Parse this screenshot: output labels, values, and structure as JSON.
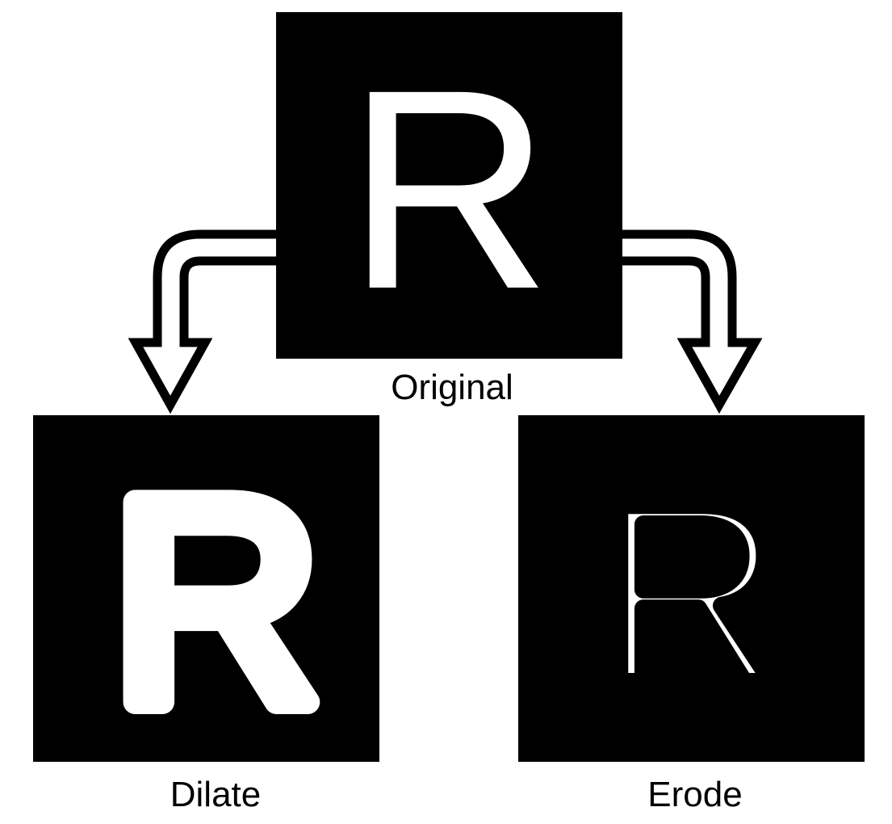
{
  "colors": {
    "background": "#ffffff",
    "panel": "#000000",
    "glyph": "#ffffff",
    "arrow_outline": "#000000",
    "arrow_fill": "#ffffff",
    "caption": "#000000"
  },
  "original": {
    "glyph": "R",
    "caption": "Original"
  },
  "dilate": {
    "glyph": "R",
    "caption": "Dilate"
  },
  "erode": {
    "glyph": "R",
    "caption": "Erode"
  },
  "arrows": {
    "left": {
      "from": "original",
      "to": "dilate"
    },
    "right": {
      "from": "original",
      "to": "erode"
    }
  }
}
